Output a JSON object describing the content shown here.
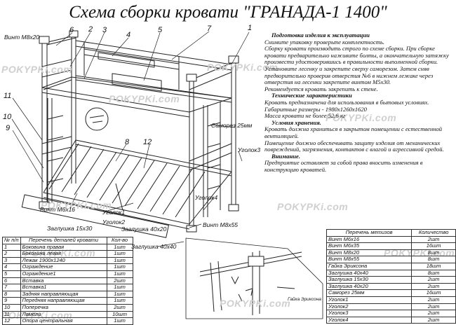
{
  "title": "Схема сборки кровати \"ГРАНАДА-1 1400\"",
  "watermark": "POKYPKi.com",
  "part_numbers": [
    "1",
    "2",
    "3",
    "4",
    "5",
    "6",
    "7",
    "8",
    "9",
    "10",
    "11",
    "12"
  ],
  "labels": {
    "vint_m8x20": "Винт М8х20",
    "samorez": "Саморез 25мм",
    "ugolok3": "Уголок3",
    "ugolok4": "Уголок4",
    "ugolok1": "Уголок1",
    "ugolok2": "Уголок2",
    "vint_m6x16": "Винт М6х16",
    "zaglushka_15x30": "Заглушка 15х30",
    "zaglushka_40x20": "Заглушка 40х20",
    "vint_m8x55": "Винт М8х55",
    "zaglushka_40x40": "Заглушка 40х40",
    "gaika": "Гайка Эриксона"
  },
  "instructions": [
    {
      "type": "h",
      "text": "Подготовка изделия к эксплуатации"
    },
    {
      "type": "p",
      "text": "Снимите упаковку проверьте комплектность."
    },
    {
      "type": "p",
      "text": "Сборку кровати производить строго по схеме сборки. При сборке кровати предварительно наживите болты, а окончательную затяжку произвести удостоверившись в правильности выполненной сборки. Установите лесенку и закрепите сверху саморезом. Затем сняв предворительно проверив отверстия №6 в нижнем лежаке через отверстия на лесенки закрепите винтом М5х30."
    },
    {
      "type": "p",
      "text": "Рекомендуется кровать закрепить к стене."
    },
    {
      "type": "h",
      "text": "Технические характеристики"
    },
    {
      "type": "p",
      "text": "Кровать предназначена для использования в бытовых условиях."
    },
    {
      "type": "p",
      "text": "Габаритные размеры - 1980х1260х1620"
    },
    {
      "type": "p",
      "text": "Масса кровати не более 52,6 кг"
    },
    {
      "type": "h",
      "text": "Условия хранения."
    },
    {
      "type": "p",
      "text": "Кровать должна храниться в закрытом помещении с естественной вентиляцией."
    },
    {
      "type": "p",
      "text": "Помещение должно обеспечивать защиту изделия от механических повреждений, загрязнения, контактов с влагой и агрессивной средой."
    },
    {
      "type": "h",
      "text": "Внимание."
    },
    {
      "type": "p",
      "text": "Предприятие оставляет за собой права вносить изменения в конструкцию кроватей."
    }
  ],
  "parts_table": {
    "headers": [
      "№ п/п",
      "Перечень деталей кровати",
      "Кол-во"
    ],
    "rows": [
      [
        "1",
        "Боковина правая",
        "1шт"
      ],
      [
        "2",
        "Боковина левая",
        "1шт"
      ],
      [
        "3",
        "Лежак 1900х1240",
        "1шт"
      ],
      [
        "4",
        "Ограждение",
        "1шт"
      ],
      [
        "5",
        "Ограждение1",
        "1шт"
      ],
      [
        "6",
        "Вставка",
        "2шт"
      ],
      [
        "7",
        "Вставка1",
        "1шт"
      ],
      [
        "8",
        "Задняя направляющая",
        "1шт"
      ],
      [
        "9",
        "Передняя направляющая",
        "1шт"
      ],
      [
        "10",
        "Поперечка",
        "2шт"
      ],
      [
        "11",
        "Ламели",
        "10шт"
      ],
      [
        "12",
        "Опора центральная",
        "1шт"
      ]
    ]
  },
  "hw_table": {
    "headers": [
      "Перечень метизов",
      "Количество"
    ],
    "rows": [
      [
        "Винт М6х16",
        "2шт"
      ],
      [
        "Винт М6х35",
        "16шт"
      ],
      [
        "Винт М8х20",
        "8шт"
      ],
      [
        "Винт М8х55",
        "8шт"
      ],
      [
        "Гайка Эриксона",
        "18шт"
      ],
      [
        "Заглушка 40х40",
        "8шт"
      ],
      [
        "Заглушка 15х30",
        "2шт"
      ],
      [
        "Заглушка 40х20",
        "2шт"
      ],
      [
        "Саморез 25мм",
        "16шт"
      ],
      [
        "Уголок1",
        "2шт"
      ],
      [
        "Уголок2",
        "2шт"
      ],
      [
        "Уголок3",
        "2шт"
      ],
      [
        "Уголок4",
        "2шт"
      ]
    ]
  }
}
